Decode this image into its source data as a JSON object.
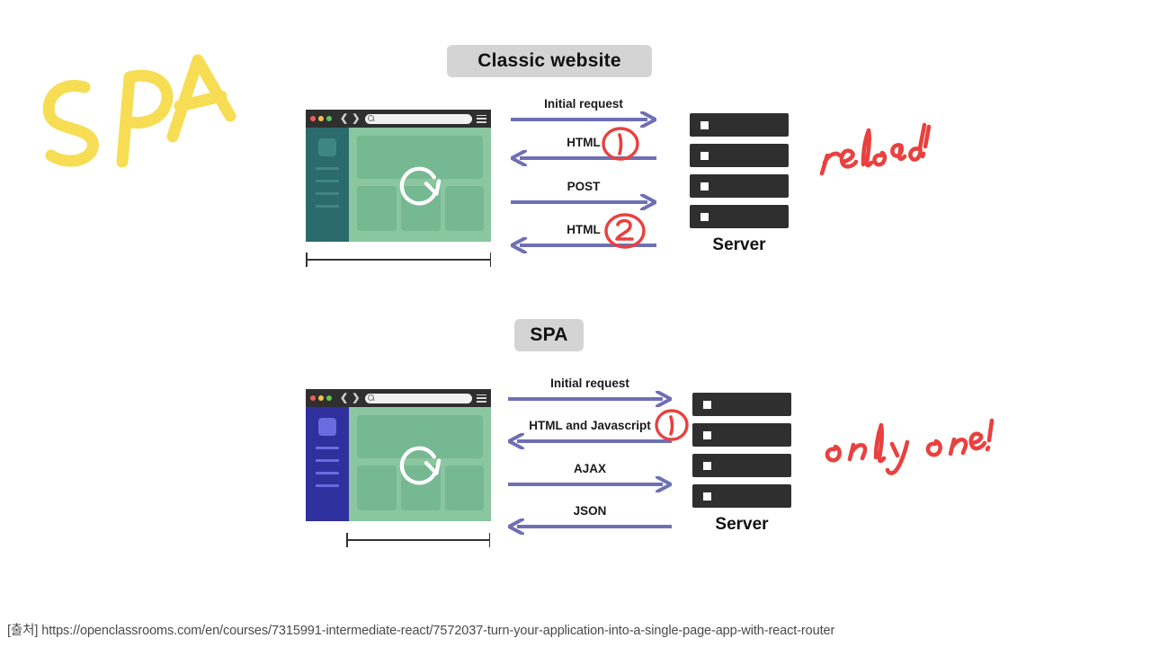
{
  "annotations": {
    "title_handwritten": "SPA",
    "title_color": "#f7dc4a",
    "reload_note": "reload!",
    "only_one_note": "only one!",
    "note_color": "#e8413f"
  },
  "sections": [
    {
      "id": "classic",
      "title": "Classic website",
      "browser": {
        "sidebar_color": "#2b6b6b",
        "accent_color": "#3f8585",
        "content_color": "#8ac6a0",
        "panel_color": "#76b892",
        "refresh_icon": "refresh-icon",
        "window_dots": [
          "red-dot",
          "yellow-dot",
          "green-dot"
        ],
        "back_icon": "chevron-left-icon",
        "forward_icon": "chevron-right-icon",
        "search_icon": "search-icon",
        "menu_icon": "hamburger-icon"
      },
      "flows": [
        {
          "label": "Initial request",
          "direction": "right",
          "marker": null
        },
        {
          "label": "HTML",
          "direction": "left",
          "marker": "1"
        },
        {
          "label": "POST",
          "direction": "right",
          "marker": null
        },
        {
          "label": "HTML",
          "direction": "left",
          "marker": "2"
        }
      ],
      "server": {
        "label": "Server",
        "units": 4
      },
      "note": "reload!"
    },
    {
      "id": "spa",
      "title": "SPA",
      "browser": {
        "sidebar_color": "#2f2f9e",
        "accent_color": "#6b6be0",
        "content_color": "#8ac6a0",
        "panel_color": "#76b892",
        "refresh_icon": "refresh-icon",
        "window_dots": [
          "red-dot",
          "yellow-dot",
          "green-dot"
        ],
        "back_icon": "chevron-left-icon",
        "forward_icon": "chevron-right-icon",
        "search_icon": "search-icon",
        "menu_icon": "hamburger-icon"
      },
      "flows": [
        {
          "label": "Initial request",
          "direction": "right",
          "marker": null
        },
        {
          "label": "HTML and Javascript",
          "direction": "left",
          "marker": "1"
        },
        {
          "label": "AJAX",
          "direction": "right",
          "marker": null
        },
        {
          "label": "JSON",
          "direction": "left",
          "marker": null
        }
      ],
      "server": {
        "label": "Server",
        "units": 4
      },
      "note": "only one!"
    }
  ],
  "colors": {
    "arrow": "#6f6fb5",
    "server_dark": "#2f2f2f",
    "pill_bg": "#d4d4d4",
    "citation_text": "#4a4a4a"
  },
  "citation": {
    "prefix": "[출처]",
    "url": "https://openclassrooms.com/en/courses/7315991-intermediate-react/7572037-turn-your-application-into-a-single-page-app-with-react-router",
    "full": "[출처] https://openclassrooms.com/en/courses/7315991-intermediate-react/7572037-turn-your-application-into-a-single-page-app-with-react-router"
  }
}
